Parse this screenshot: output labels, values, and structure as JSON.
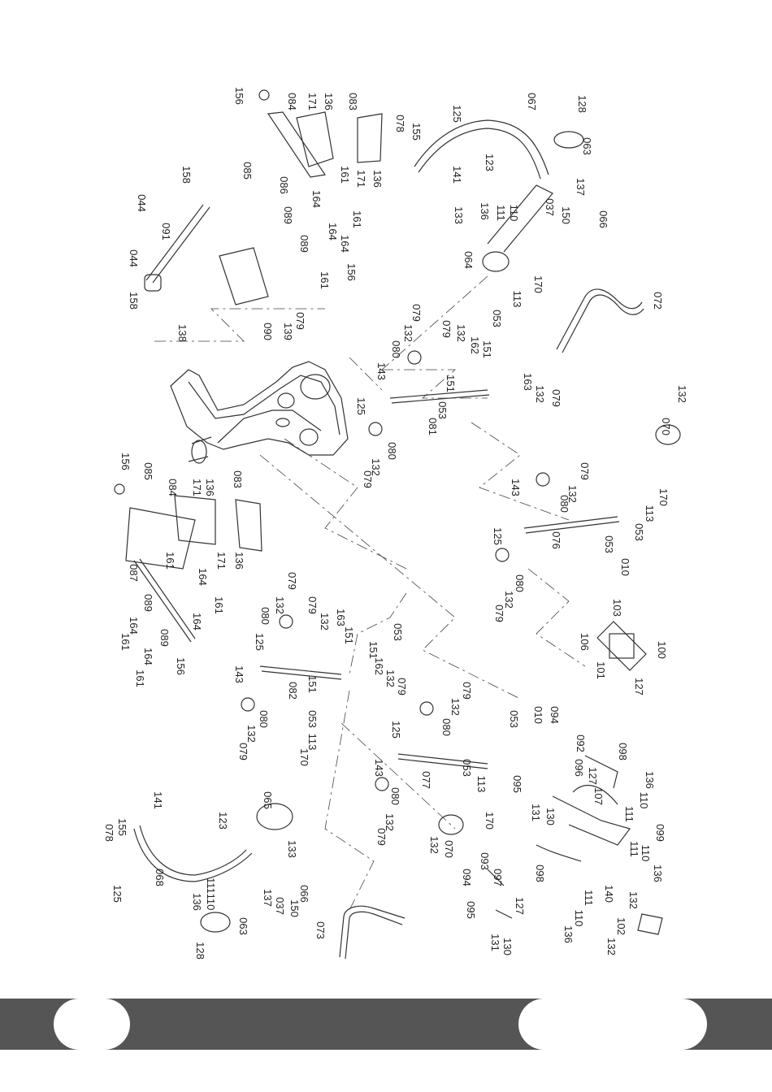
{
  "diagram": {
    "type": "exploded-assembly",
    "part_labels": [
      {
        "id": "p156a",
        "text": "156"
      },
      {
        "id": "p084a",
        "text": "084"
      },
      {
        "id": "p171a",
        "text": "171"
      },
      {
        "id": "p136a",
        "text": "136"
      },
      {
        "id": "p083a",
        "text": "083"
      },
      {
        "id": "p085a",
        "text": "085"
      },
      {
        "id": "p086",
        "text": "086"
      },
      {
        "id": "p161a",
        "text": "161"
      },
      {
        "id": "p171b",
        "text": "171"
      },
      {
        "id": "p136b",
        "text": "136"
      },
      {
        "id": "p164a",
        "text": "164"
      },
      {
        "id": "p089a",
        "text": "089"
      },
      {
        "id": "p161b",
        "text": "161"
      },
      {
        "id": "p164b",
        "text": "164"
      },
      {
        "id": "p089b",
        "text": "089"
      },
      {
        "id": "p164c",
        "text": "164"
      },
      {
        "id": "p156b",
        "text": "156"
      },
      {
        "id": "p161c",
        "text": "161"
      },
      {
        "id": "p158a",
        "text": "158"
      },
      {
        "id": "p044a",
        "text": "044"
      },
      {
        "id": "p091",
        "text": "091"
      },
      {
        "id": "p044b",
        "text": "044"
      },
      {
        "id": "p158b",
        "text": "158"
      },
      {
        "id": "p138",
        "text": "138"
      },
      {
        "id": "p090",
        "text": "090"
      },
      {
        "id": "p139",
        "text": "139"
      },
      {
        "id": "p079a",
        "text": "079"
      },
      {
        "id": "p078a",
        "text": "078"
      },
      {
        "id": "p155a",
        "text": "155"
      },
      {
        "id": "p125a",
        "text": "125"
      },
      {
        "id": "p067",
        "text": "067"
      },
      {
        "id": "p128a",
        "text": "128"
      },
      {
        "id": "p063a",
        "text": "063"
      },
      {
        "id": "p123a",
        "text": "123"
      },
      {
        "id": "p141a",
        "text": "141"
      },
      {
        "id": "p137a",
        "text": "137"
      },
      {
        "id": "p133a",
        "text": "133"
      },
      {
        "id": "p136c",
        "text": "136"
      },
      {
        "id": "p111a",
        "text": "111"
      },
      {
        "id": "p110a",
        "text": "110"
      },
      {
        "id": "p037a",
        "text": "037"
      },
      {
        "id": "p150a",
        "text": "150"
      },
      {
        "id": "p066a",
        "text": "066"
      },
      {
        "id": "p064",
        "text": "064"
      },
      {
        "id": "p170a",
        "text": "170"
      },
      {
        "id": "p113a",
        "text": "113"
      },
      {
        "id": "p053a",
        "text": "053"
      },
      {
        "id": "p072",
        "text": "072"
      },
      {
        "id": "p079b",
        "text": "079"
      },
      {
        "id": "p132a",
        "text": "132"
      },
      {
        "id": "p079c",
        "text": "079"
      },
      {
        "id": "p132b",
        "text": "132"
      },
      {
        "id": "p162a",
        "text": "162"
      },
      {
        "id": "p151a",
        "text": "151"
      },
      {
        "id": "p080a",
        "text": "080"
      },
      {
        "id": "p143a",
        "text": "143"
      },
      {
        "id": "p151b",
        "text": "151"
      },
      {
        "id": "p163a",
        "text": "163"
      },
      {
        "id": "p132c",
        "text": "132"
      },
      {
        "id": "p079d",
        "text": "079"
      },
      {
        "id": "p125b",
        "text": "125"
      },
      {
        "id": "p053b",
        "text": "053"
      },
      {
        "id": "p081",
        "text": "081"
      },
      {
        "id": "p080b",
        "text": "080"
      },
      {
        "id": "p132d",
        "text": "132"
      },
      {
        "id": "p079e",
        "text": "079"
      },
      {
        "id": "p132e",
        "text": "132"
      },
      {
        "id": "p070a",
        "text": "070"
      },
      {
        "id": "p156c",
        "text": "156"
      },
      {
        "id": "p085b",
        "text": "085"
      },
      {
        "id": "p084b",
        "text": "084"
      },
      {
        "id": "p171c",
        "text": "171"
      },
      {
        "id": "p136d",
        "text": "136"
      },
      {
        "id": "p083b",
        "text": "083"
      },
      {
        "id": "p079f",
        "text": "079"
      },
      {
        "id": "p132f",
        "text": "132"
      },
      {
        "id": "p143b",
        "text": "143"
      },
      {
        "id": "p080c",
        "text": "080"
      },
      {
        "id": "p170b",
        "text": "170"
      },
      {
        "id": "p113b",
        "text": "113"
      },
      {
        "id": "p053c",
        "text": "053"
      },
      {
        "id": "p076",
        "text": "076"
      },
      {
        "id": "p053d",
        "text": "053"
      },
      {
        "id": "p010a",
        "text": "010"
      },
      {
        "id": "p125c",
        "text": "125"
      },
      {
        "id": "p080d",
        "text": "080"
      },
      {
        "id": "p132g",
        "text": "132"
      },
      {
        "id": "p079g",
        "text": "079"
      },
      {
        "id": "p087",
        "text": "087"
      },
      {
        "id": "p161d",
        "text": "161"
      },
      {
        "id": "p171d",
        "text": "171"
      },
      {
        "id": "p136e",
        "text": "136"
      },
      {
        "id": "p164d",
        "text": "164"
      },
      {
        "id": "p161e",
        "text": "161"
      },
      {
        "id": "p089c",
        "text": "089"
      },
      {
        "id": "p164e",
        "text": "164"
      },
      {
        "id": "p161f",
        "text": "161"
      },
      {
        "id": "p089d",
        "text": "089"
      },
      {
        "id": "p164f",
        "text": "164"
      },
      {
        "id": "p164g",
        "text": "164"
      },
      {
        "id": "p156d",
        "text": "156"
      },
      {
        "id": "p161g",
        "text": "161"
      },
      {
        "id": "p103",
        "text": "103"
      },
      {
        "id": "p106",
        "text": "106"
      },
      {
        "id": "p100",
        "text": "100"
      },
      {
        "id": "p101",
        "text": "101"
      },
      {
        "id": "p127a",
        "text": "127"
      },
      {
        "id": "p079h",
        "text": "079"
      },
      {
        "id": "p132h",
        "text": "132"
      },
      {
        "id": "p080e",
        "text": "080"
      },
      {
        "id": "p079i",
        "text": "079"
      },
      {
        "id": "p132i",
        "text": "132"
      },
      {
        "id": "p163b",
        "text": "163"
      },
      {
        "id": "p151c",
        "text": "151"
      },
      {
        "id": "p053e",
        "text": "053"
      },
      {
        "id": "p125d",
        "text": "125"
      },
      {
        "id": "p151d",
        "text": "151"
      },
      {
        "id": "p162b",
        "text": "162"
      },
      {
        "id": "p132j",
        "text": "132"
      },
      {
        "id": "p079j",
        "text": "079"
      },
      {
        "id": "p143c",
        "text": "143"
      },
      {
        "id": "p082",
        "text": "082"
      },
      {
        "id": "p151e",
        "text": "151"
      },
      {
        "id": "p080f",
        "text": "080"
      },
      {
        "id": "p053f",
        "text": "053"
      },
      {
        "id": "p132k",
        "text": "132"
      },
      {
        "id": "p113c",
        "text": "113"
      },
      {
        "id": "p079k",
        "text": "079"
      },
      {
        "id": "p170c",
        "text": "170"
      },
      {
        "id": "p079l",
        "text": "079"
      },
      {
        "id": "p132l",
        "text": "132"
      },
      {
        "id": "p080g",
        "text": "080"
      },
      {
        "id": "p125e",
        "text": "125"
      },
      {
        "id": "p053g",
        "text": "053"
      },
      {
        "id": "p010b",
        "text": "010"
      },
      {
        "id": "p094a",
        "text": "094"
      },
      {
        "id": "p092",
        "text": "092"
      },
      {
        "id": "p098a",
        "text": "098"
      },
      {
        "id": "p143d",
        "text": "143"
      },
      {
        "id": "p077",
        "text": "077"
      },
      {
        "id": "p053h",
        "text": "053"
      },
      {
        "id": "p113d",
        "text": "113"
      },
      {
        "id": "p096",
        "text": "096"
      },
      {
        "id": "p127b",
        "text": "127"
      },
      {
        "id": "p095a",
        "text": "095"
      },
      {
        "id": "p107",
        "text": "107"
      },
      {
        "id": "p136f",
        "text": "136"
      },
      {
        "id": "p110b",
        "text": "110"
      },
      {
        "id": "p111b",
        "text": "111"
      },
      {
        "id": "p080h",
        "text": "080"
      },
      {
        "id": "p132m",
        "text": "132"
      },
      {
        "id": "p079m",
        "text": "079"
      },
      {
        "id": "p170d",
        "text": "170"
      },
      {
        "id": "p070b",
        "text": "070"
      },
      {
        "id": "p132n",
        "text": "132"
      },
      {
        "id": "p131a",
        "text": "131"
      },
      {
        "id": "p130a",
        "text": "130"
      },
      {
        "id": "p099",
        "text": "099"
      },
      {
        "id": "p110c",
        "text": "110"
      },
      {
        "id": "p111c",
        "text": "111"
      },
      {
        "id": "p136g",
        "text": "136"
      },
      {
        "id": "p141b",
        "text": "141"
      },
      {
        "id": "p065",
        "text": "065"
      },
      {
        "id": "p155b",
        "text": "155"
      },
      {
        "id": "p078b",
        "text": "078"
      },
      {
        "id": "p123b",
        "text": "123"
      },
      {
        "id": "p133b",
        "text": "133"
      },
      {
        "id": "p068",
        "text": "068"
      },
      {
        "id": "p125f",
        "text": "125"
      },
      {
        "id": "p111d",
        "text": "111"
      },
      {
        "id": "p136h",
        "text": "136"
      },
      {
        "id": "p110d",
        "text": "110"
      },
      {
        "id": "p137b",
        "text": "137"
      },
      {
        "id": "p037b",
        "text": "037"
      },
      {
        "id": "p150b",
        "text": "150"
      },
      {
        "id": "p066b",
        "text": "066"
      },
      {
        "id": "p063b",
        "text": "063"
      },
      {
        "id": "p128b",
        "text": "128"
      },
      {
        "id": "p073",
        "text": "073"
      },
      {
        "id": "p094b",
        "text": "094"
      },
      {
        "id": "p093",
        "text": "093"
      },
      {
        "id": "p097",
        "text": "097"
      },
      {
        "id": "p098b",
        "text": "098"
      },
      {
        "id": "p095b",
        "text": "095"
      },
      {
        "id": "p127c",
        "text": "127"
      },
      {
        "id": "p131b",
        "text": "131"
      },
      {
        "id": "p130b",
        "text": "130"
      },
      {
        "id": "p140",
        "text": "140"
      },
      {
        "id": "p111e",
        "text": "111"
      },
      {
        "id": "p110e",
        "text": "110"
      },
      {
        "id": "p136i",
        "text": "136"
      },
      {
        "id": "p132o",
        "text": "132"
      },
      {
        "id": "p102",
        "text": "102"
      },
      {
        "id": "p132p",
        "text": "132"
      }
    ]
  },
  "colors": {
    "footer_bar": "#555555",
    "line": "#333333",
    "background": "#ffffff"
  }
}
